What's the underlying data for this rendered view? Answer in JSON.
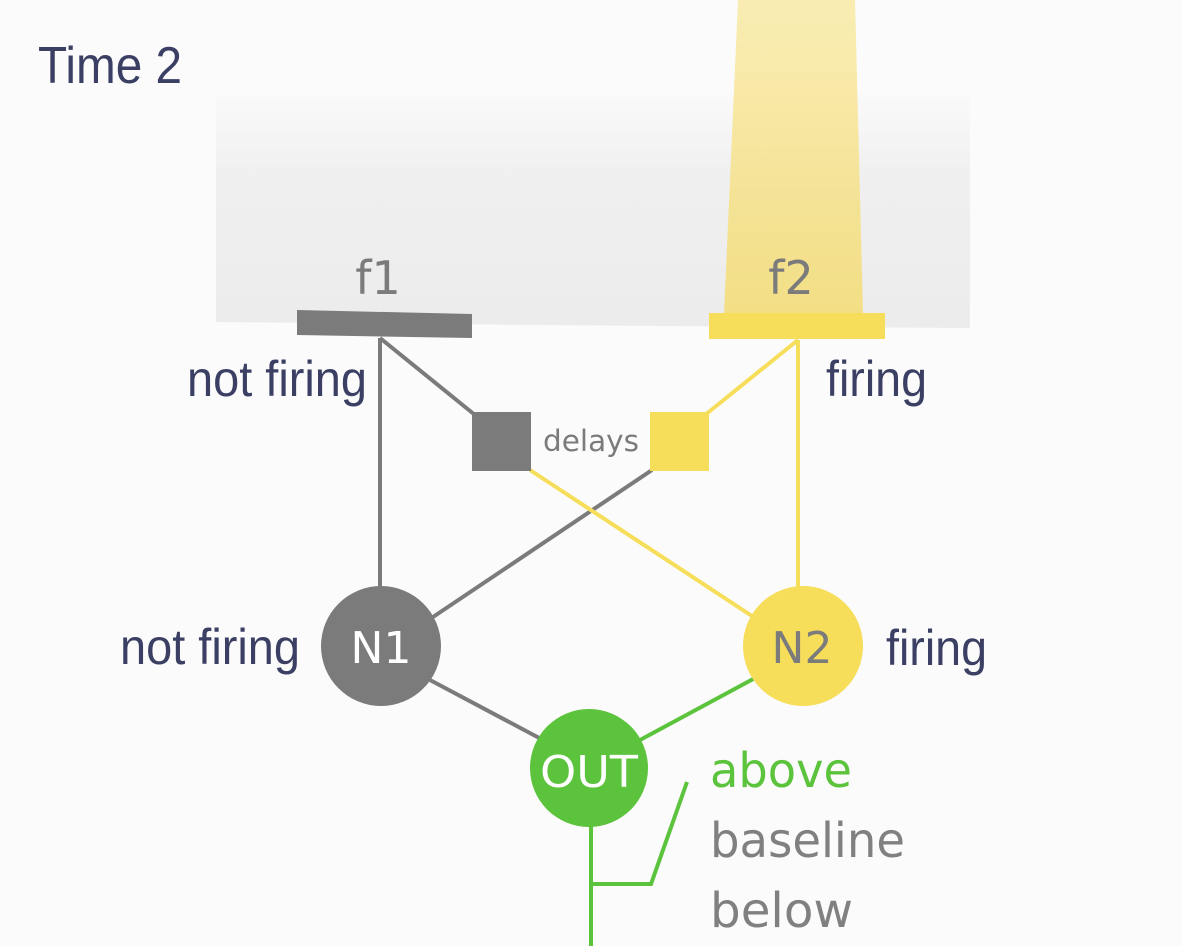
{
  "title": "Time 2",
  "features": {
    "f1": {
      "label": "f1",
      "state": "not firing"
    },
    "f2": {
      "label": "f2",
      "state": "firing"
    }
  },
  "delays_label": "delays",
  "neurons": {
    "n1": {
      "label": "N1",
      "state": "not firing"
    },
    "n2": {
      "label": "N2",
      "state": "firing"
    },
    "out": {
      "label": "OUT"
    }
  },
  "output_levels": {
    "above": "above",
    "baseline": "baseline",
    "below": "below"
  },
  "colors": {
    "inactive": "#7b7b7b",
    "active": "#f6de5a",
    "output": "#5cc33d",
    "text_navy": "#3a3f63",
    "text_gray": "#808080"
  }
}
